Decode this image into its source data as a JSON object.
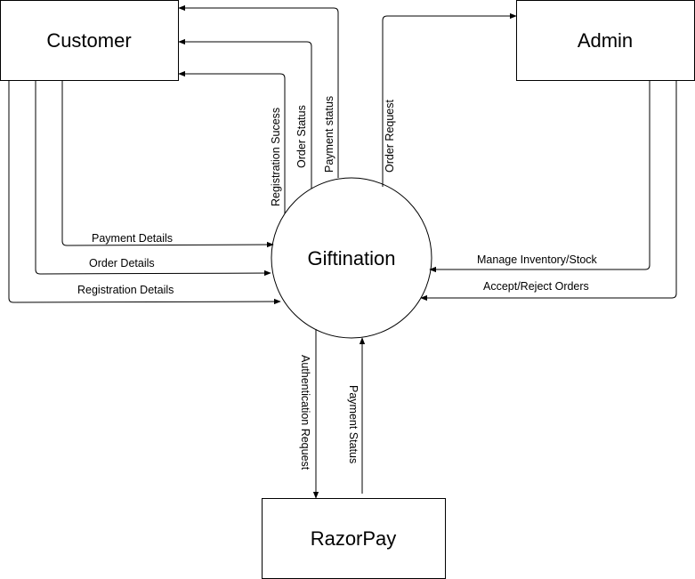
{
  "diagram": {
    "nodes": {
      "customer": "Customer",
      "admin": "Admin",
      "giftination": "Giftination",
      "razorpay": "RazorPay"
    },
    "flows": {
      "registration_success": "Registration Sucess",
      "order_status": "Order Status",
      "payment_status_customer": "Payment  status",
      "order_request": "Order Request",
      "payment_details": "Payment Details",
      "order_details": "Order Details",
      "registration_details": "Registration Details",
      "manage_inventory": "Manage Inventory/Stock",
      "accept_reject_orders": "Accept/Reject Orders",
      "authentication_request": "Authentication Request",
      "payment_status_razorpay": "Payment Status"
    }
  }
}
